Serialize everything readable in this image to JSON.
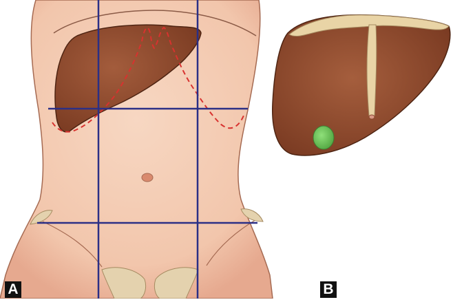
{
  "panels": [
    {
      "id": "A",
      "label": "A"
    },
    {
      "id": "B",
      "label": "B"
    }
  ],
  "colors": {
    "skin": "#f4cbb2",
    "skin_shadow": "#e8ad94",
    "skin_outline": "#a56a52",
    "liver": "#8e4a2e",
    "liver_light": "#a35c3c",
    "liver_outline": "#4e2412",
    "grid_lines": "#2b2f86",
    "liver_outline_dashed": "#d8322f",
    "gallbladder": "#6cc25a",
    "ligament": "#e9d4a6",
    "pelvic_bone": "#e4d2ae",
    "navel": "#d98a6e"
  },
  "icons": {
    "torso": "abdomen-figure",
    "liver": "liver-organ",
    "gallbladder": "gallbladder-organ"
  }
}
